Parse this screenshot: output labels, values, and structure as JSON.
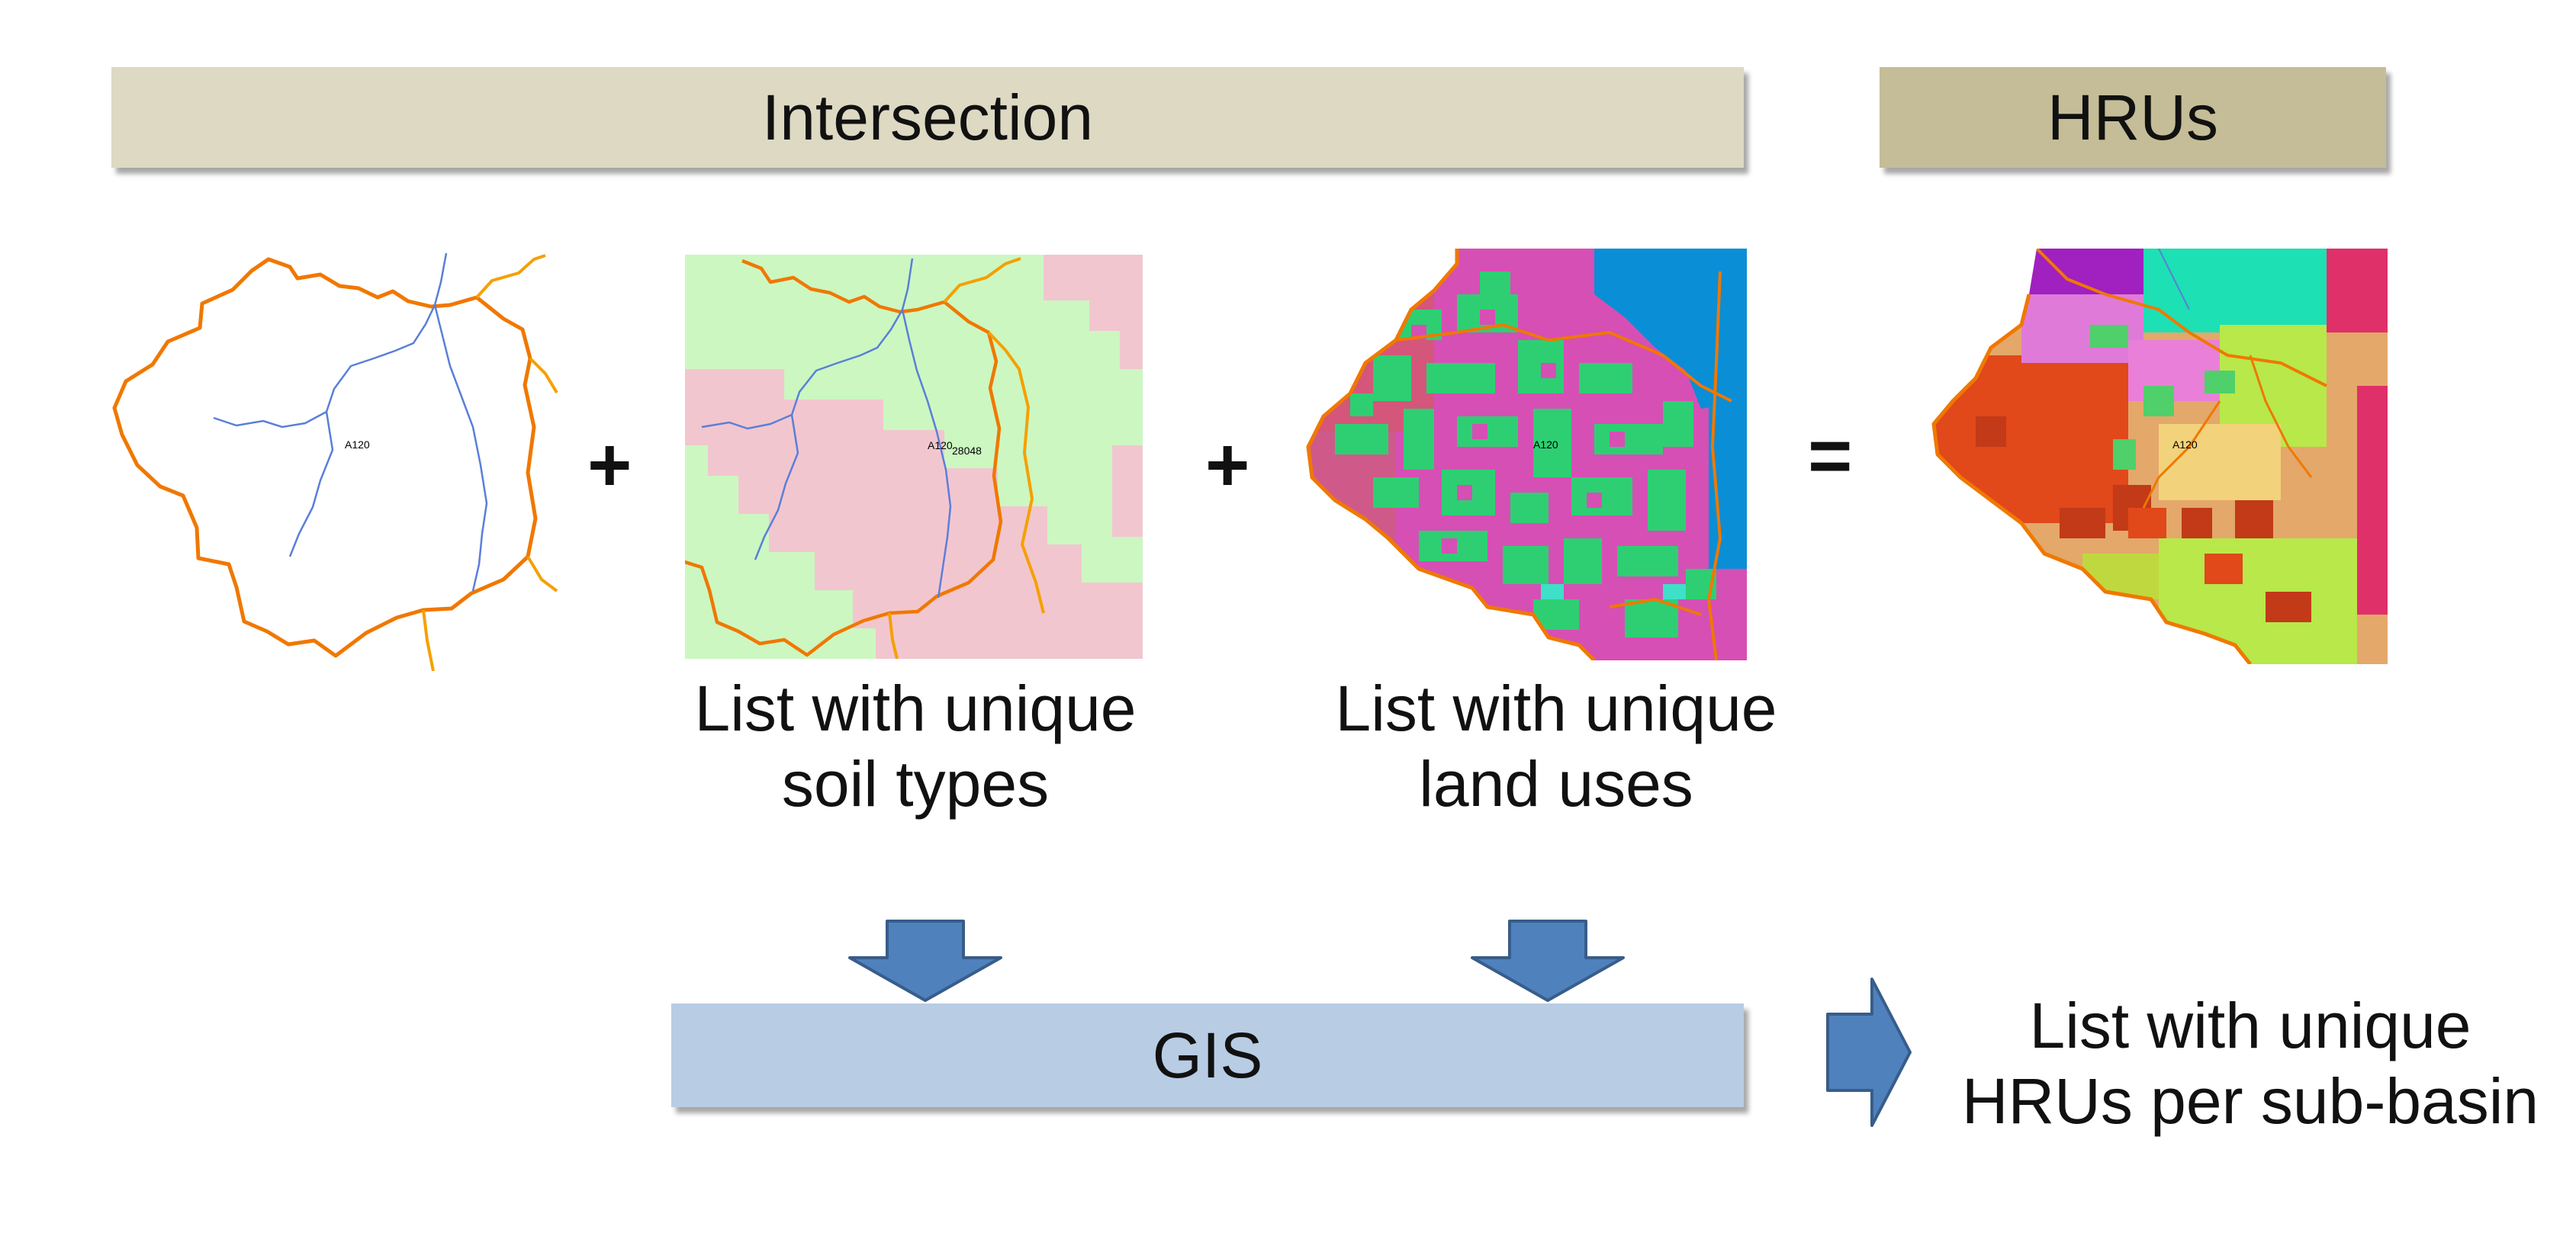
{
  "header": {
    "intersection_label": "Intersection",
    "hrus_label": "HRUs"
  },
  "operators": {
    "plus1": "+",
    "plus2": "+",
    "equals": "="
  },
  "maps": {
    "subbasin_label": "A120",
    "soil_code_label": "28048"
  },
  "captions": {
    "soil": [
      "List with unique",
      "soil types"
    ],
    "landuse": [
      "List with unique",
      "land uses"
    ],
    "result": [
      "List with unique",
      "HRUs per sub-basin"
    ]
  },
  "process": {
    "gis_label": "GIS"
  },
  "colors": {
    "intersection_bar": "#ddd9c3",
    "hrus_bar": "#c4bd97",
    "gis_bar": "#b8cce4",
    "arrow_fill": "#4f81bd",
    "arrow_stroke": "#385d8a",
    "soil_green": "#ccf7c1",
    "soil_pink": "#f2c6cf",
    "basin_outline": "#f07800",
    "stream": "#5a7fd8"
  }
}
